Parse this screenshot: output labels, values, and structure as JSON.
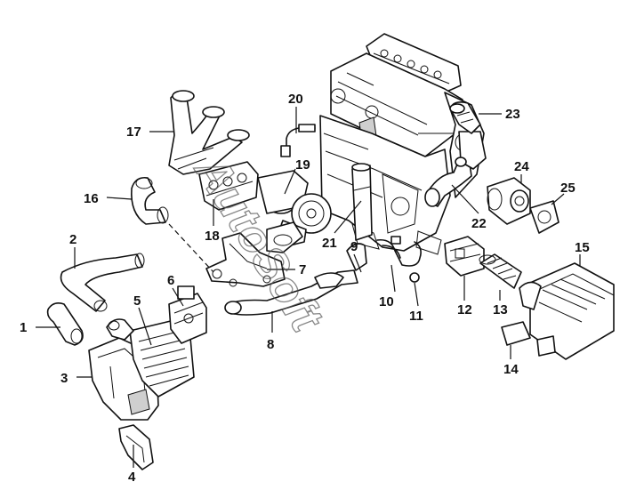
{
  "watermark": "AutoSoft",
  "callouts": [
    {
      "id": "1",
      "label": "1"
    },
    {
      "id": "2",
      "label": "2"
    },
    {
      "id": "3",
      "label": "3"
    },
    {
      "id": "4",
      "label": "4"
    },
    {
      "id": "5",
      "label": "5"
    },
    {
      "id": "6",
      "label": "6"
    },
    {
      "id": "7",
      "label": "7"
    },
    {
      "id": "8",
      "label": "8"
    },
    {
      "id": "9",
      "label": "9"
    },
    {
      "id": "10",
      "label": "10"
    },
    {
      "id": "11",
      "label": "11"
    },
    {
      "id": "12",
      "label": "12"
    },
    {
      "id": "13",
      "label": "13"
    },
    {
      "id": "14",
      "label": "14"
    },
    {
      "id": "15",
      "label": "15"
    },
    {
      "id": "16",
      "label": "16"
    },
    {
      "id": "17",
      "label": "17"
    },
    {
      "id": "18",
      "label": "18"
    },
    {
      "id": "19",
      "label": "19"
    },
    {
      "id": "20",
      "label": "20"
    },
    {
      "id": "21",
      "label": "21"
    },
    {
      "id": "22",
      "label": "22"
    },
    {
      "id": "23",
      "label": "23"
    },
    {
      "id": "24",
      "label": "24"
    },
    {
      "id": "25",
      "label": "25"
    }
  ]
}
